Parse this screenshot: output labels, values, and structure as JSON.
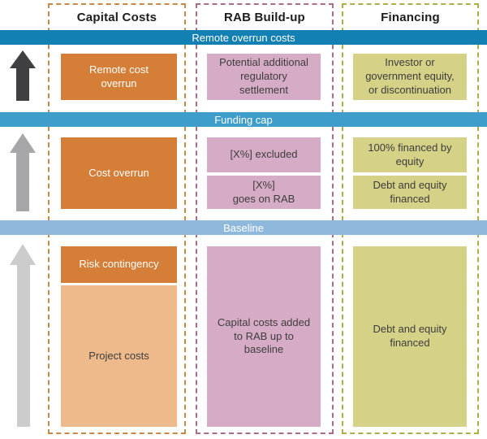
{
  "columns": [
    {
      "label": "Capital Costs"
    },
    {
      "label": "RAB Build-up"
    },
    {
      "label": "Financing"
    }
  ],
  "bands": [
    {
      "label": "Remote overrun costs"
    },
    {
      "label": "Funding cap"
    },
    {
      "label": "Baseline"
    }
  ],
  "boxes": {
    "remote_cost_overrun": "Remote cost\noverrun",
    "potential_settlement": "Potential additional\nregulatory\nsettlement",
    "investor_equity": "Investor or\ngovernment equity,\nor discontinuation",
    "cost_overrun": "Cost overrun",
    "pct_excluded": "[X%] excluded",
    "pct_goes_on_rab": "[X%]\ngoes on RAB",
    "financed_100_equity": "100% financed by\nequity",
    "debt_equity_mid": "Debt and equity\nfinanced",
    "risk_contingency": "Risk contingency",
    "project_costs": "Project costs",
    "capital_costs_added": "Capital costs added\nto RAB up to\nbaseline",
    "debt_equity_bottom": "Debt and equity\nfinanced"
  },
  "icons": [
    {
      "name": "up-arrow-icon-dark"
    },
    {
      "name": "up-arrow-icon-mid"
    },
    {
      "name": "up-arrow-icon-light"
    }
  ],
  "colors": {
    "bg": "#ffffff",
    "band_remote": "#1380b4",
    "band_funding": "#3f9dcb",
    "band_baseline": "#8fb9dc",
    "orange": "#d47e38",
    "peach": "#eeba8b",
    "pink": "#d6abc5",
    "olive": "#d5d187",
    "border_capital": "#c98844",
    "border_rab": "#aa6b8d",
    "border_financing": "#aeae48",
    "arrow_dark": "#3f3e40",
    "arrow_mid": "#a7a6a8",
    "arrow_light": "#cdcccd"
  }
}
